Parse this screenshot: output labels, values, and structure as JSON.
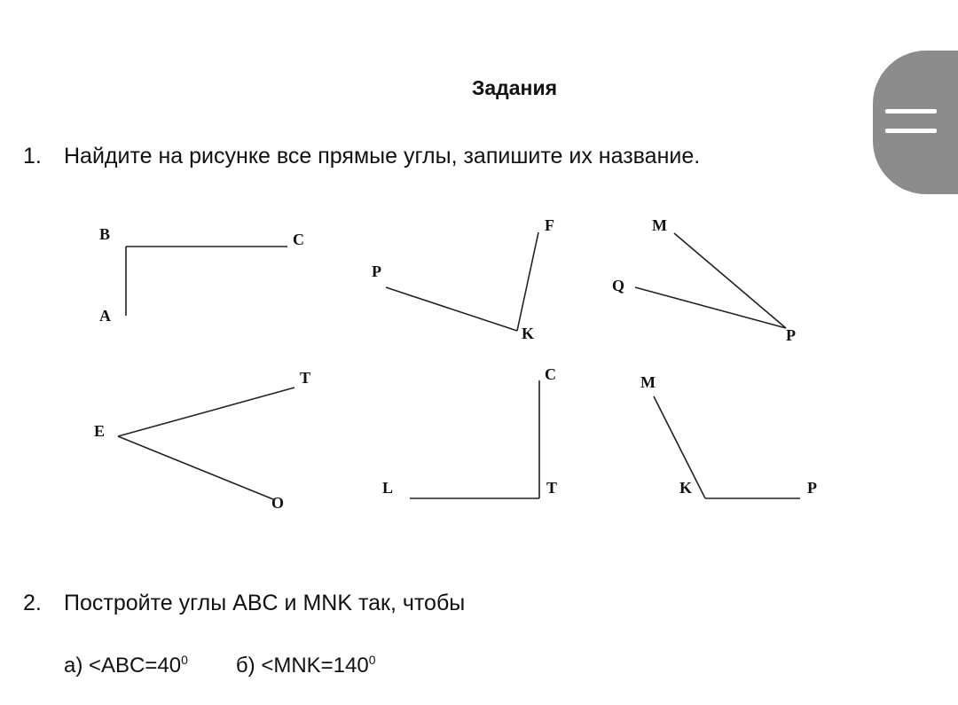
{
  "title": "Задания",
  "task1": {
    "number": "1.",
    "text": "Найдите на рисунке все прямые углы, запишите их название."
  },
  "task2": {
    "number": "2.",
    "text": "Постройте углы ABC и MNK так, чтобы"
  },
  "subtask_a": {
    "label": "а)",
    "expr": "<ABC=40",
    "exp": "0"
  },
  "subtask_b": {
    "label": "б)",
    "expr": "<MNK=140",
    "exp": "0"
  },
  "angles": {
    "abc": {
      "b": "B",
      "c": "C",
      "a": "A"
    },
    "pfk": {
      "f": "F",
      "p": "P",
      "k": "K"
    },
    "mqp": {
      "m": "M",
      "q": "Q",
      "p": "P"
    },
    "eto": {
      "t": "T",
      "e": "E",
      "o": "O"
    },
    "clt": {
      "c": "C",
      "l": "L",
      "t": "T"
    },
    "mkp": {
      "m": "M",
      "k": "K",
      "p": "P"
    }
  },
  "colors": {
    "menu_tab": "#8c8c8c"
  },
  "icons": {
    "menu": "hamburger-icon"
  }
}
